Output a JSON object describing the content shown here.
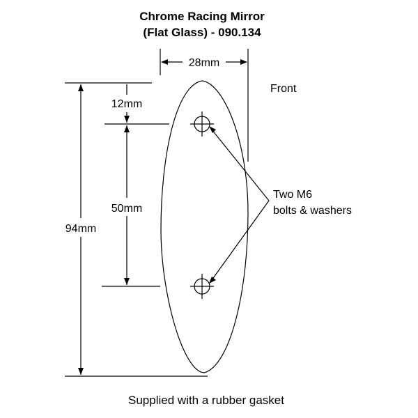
{
  "title": {
    "line1": "Chrome Racing Mirror",
    "line2": "(Flat Glass) - 090.134"
  },
  "dimensions": {
    "width": "28mm",
    "top_offset": "12mm",
    "hole_spacing": "50mm",
    "overall_height": "94mm"
  },
  "labels": {
    "front": "Front",
    "bolts_line1": "Two M6",
    "bolts_line2": "bolts & washers"
  },
  "caption": "Supplied with a rubber gasket",
  "colors": {
    "ink": "#000000",
    "background": "#ffffff"
  }
}
